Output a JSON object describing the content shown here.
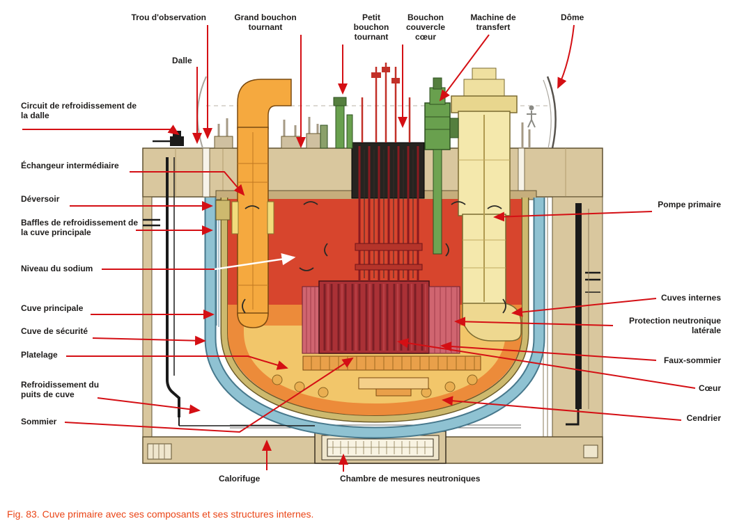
{
  "figure": {
    "caption": "Fig. 83. Cuve primaire avec ses composants et ses structures internes."
  },
  "labels": {
    "trou_observation": "Trou d'observation",
    "dalle": "Dalle",
    "grand_bouchon": "Grand bouchon tournant",
    "petit_bouchon": "Petit bouchon tournant",
    "bouchon_couvercle": "Bouchon couvercle cœur",
    "machine_transfert": "Machine de transfert",
    "dome": "Dôme",
    "circuit_refroidissement": "Circuit de refroidissement de la dalle",
    "echangeur": "Échangeur intermédiaire",
    "deversoir": "Déversoir",
    "baffles": "Baffles de refroidissement de la cuve principale",
    "niveau_sodium": "Niveau du sodium",
    "cuve_principale": "Cuve principale",
    "cuve_securite": "Cuve de sécurité",
    "platelage": "Platelage",
    "refroidissement_puits": "Refroidissement du puits de cuve",
    "sommier": "Sommier",
    "calorifuge": "Calorifuge",
    "chambre_mesures": "Chambre de mesures neutroniques",
    "pompe_primaire": "Pompe primaire",
    "cuves_internes": "Cuves internes",
    "protection_neutronique": "Protection neutronique latérale",
    "faux_sommier": "Faux-sommier",
    "coeur": "Cœur",
    "cendrier": "Cendrier"
  },
  "colors": {
    "annotation_arrow": "#d40f14",
    "label_text": "#1f1d1c",
    "caption_text": "#ea4517",
    "sodium_red": "#d7452d",
    "internals_orange": "#ec8b3a",
    "internals_yellow": "#f2c66a",
    "concrete_beige": "#d9c79e",
    "safety_vessel_blue": "#8fc2d2",
    "main_vessel_tan": "#cdb96e",
    "pump_yellow": "#f4e8ac",
    "exchanger_orange": "#f5a93f",
    "machine_green": "#69a04e",
    "core_red": "#aa3136"
  }
}
